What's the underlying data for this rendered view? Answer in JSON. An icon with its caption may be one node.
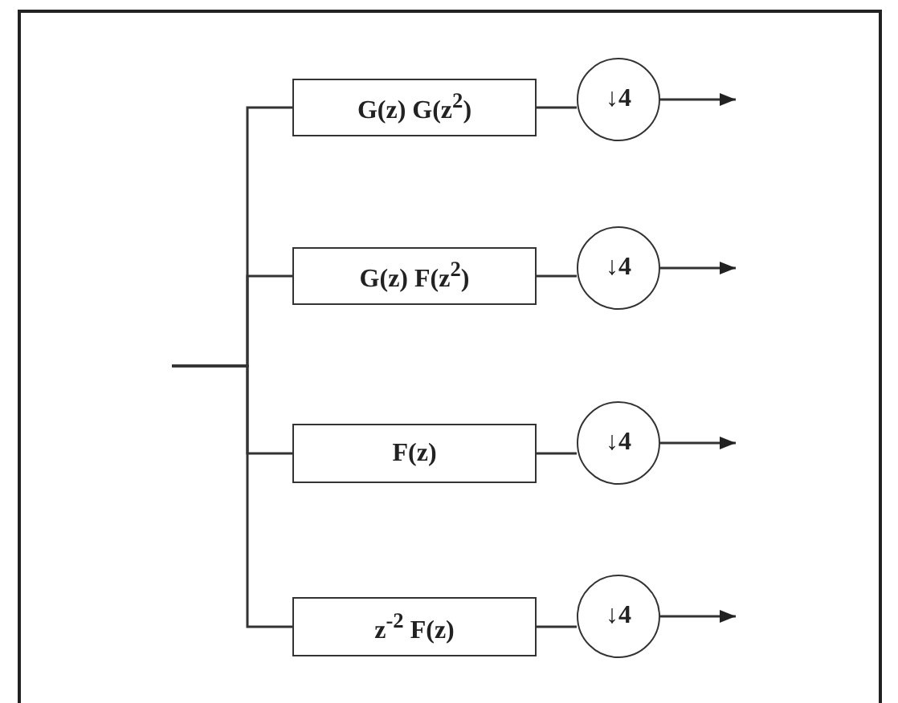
{
  "diagram": {
    "nodes": [
      {
        "text": [
          "G(z) G(z$^{2}$)"
        ]
      },
      {
        "text": [
          "↓4"
        ]
      },
      {
        "text": [
          "G(z) F(z$^{2}$)"
        ]
      },
      {
        "text": [
          "↓4"
        ]
      },
      {
        "text": [
          "F(z)"
        ]
      },
      {
        "text": [
          "↓4"
        ]
      },
      {
        "text": [
          "z$^{-2}$ F(z)"
        ]
      },
      {
        "text": [
          "↓4"
        ]
      }
    ],
    "edges": [
      {
        "from": null,
        "to": 0,
        "arrow": "none"
      },
      {
        "from": null,
        "to": 2,
        "arrow": "none"
      },
      {
        "from": null,
        "to": 4,
        "arrow": "none"
      },
      {
        "from": null,
        "to": 6,
        "arrow": "none"
      },
      {
        "from": 0,
        "to": 1,
        "arrow": "none"
      },
      {
        "from": 2,
        "to": 3,
        "arrow": "none"
      },
      {
        "from": 4,
        "to": 5,
        "arrow": "none"
      },
      {
        "from": 6,
        "to": 7,
        "arrow": "none"
      },
      {
        "from": 1,
        "to": null,
        "arrow": "to"
      },
      {
        "from": 3,
        "to": null,
        "arrow": "to"
      },
      {
        "from": 5,
        "to": null,
        "arrow": "to"
      },
      {
        "from": 7,
        "to": null,
        "arrow": "to"
      }
    ]
  }
}
